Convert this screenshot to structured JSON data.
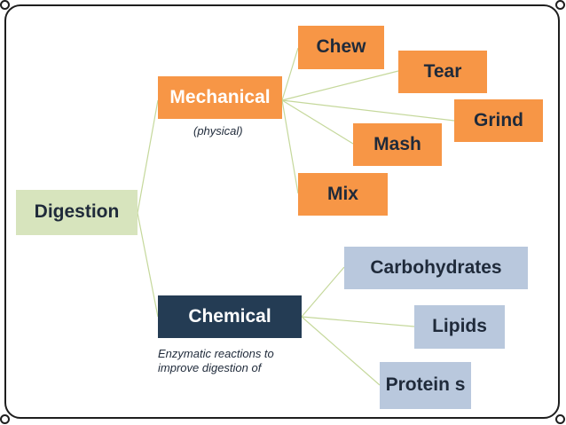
{
  "diagram": {
    "root": {
      "label": "Digestion"
    },
    "branches": [
      {
        "label": "Mechanical",
        "note": "(physical)",
        "children": [
          "Chew",
          "Tear",
          "Grind",
          "Mash",
          "Mix"
        ]
      },
      {
        "label": "Chemical",
        "note": "Enzymatic reactions to improve digestion of",
        "children": [
          "Carbohydrates",
          "Lipids",
          "Protein s"
        ]
      }
    ]
  },
  "colors": {
    "root_fill": "#d7e4bd",
    "mechanical_fill": "#f79646",
    "chemical_fill": "#243c54",
    "nutrient_fill": "#b9c8dd",
    "connector": "#c5d89b"
  }
}
